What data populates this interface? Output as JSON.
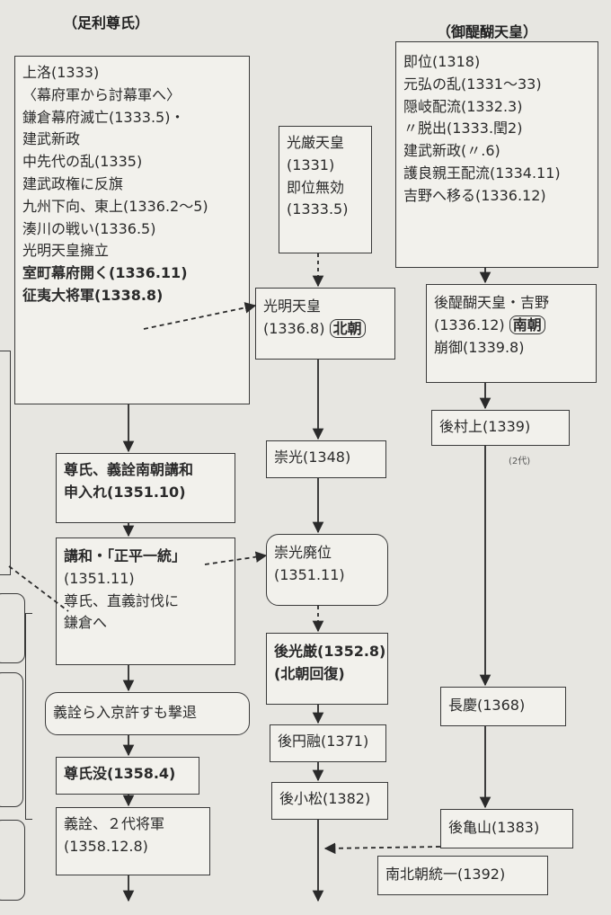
{
  "headers": {
    "takauji": "（足利尊氏）",
    "godaigo": "（御醍醐天皇）"
  },
  "takauji_main": [
    "上洛(1333)",
    "〈幕府軍から討幕軍へ〉",
    "鎌倉幕府滅亡(1333.5)・",
    "建武新政",
    "中先代の乱(1335)",
    "建武政権に反旗",
    "九州下向、東上(1336.2〜5)",
    "湊川の戦い(1336.5)",
    "光明天皇擁立",
    "室町幕府開く(1336.11)",
    "征夷大将軍(1338.8)"
  ],
  "godaigo_main": [
    "即位(1318)",
    "元弘の乱(1331〜33)",
    "隠岐配流(1332.3)",
    "〃脱出(1333.閏2)",
    "建武新政(〃.6)",
    "護良親王配流(1334.11)",
    "吉野へ移る(1336.12)"
  ],
  "kogon": [
    "光厳天皇",
    "(1331)",
    "即位無効",
    "(1333.5)"
  ],
  "komyo": {
    "name": "光明天皇",
    "date": "(1336.8)",
    "badge": "北朝"
  },
  "godaigo_yoshino": {
    "name": "後醍醐天皇・吉野",
    "date": "(1336.12)",
    "badge": "南朝",
    "death": "崩御(1339.8)"
  },
  "gomurakami": "後村上(1339)",
  "gomurakami_note": "(2代)",
  "suko": "崇光(1348)",
  "suko_depose": [
    "崇光廃位",
    "(1351.11)"
  ],
  "gokogon": [
    "後光厳(1352.8)",
    "(北朝回復)"
  ],
  "goenyu": "後円融(1371)",
  "gokomatsu": "後小松(1382)",
  "chokei": "長慶(1368)",
  "gokameyama": "後亀山(1383)",
  "unification": "南北朝統一(1392)",
  "peace_offer": [
    "尊氏、義詮南朝講和",
    "申入れ(1351.10)"
  ],
  "shohei": {
    "title": "講和・「正平一統」",
    "date": "(1351.11)",
    "line3": "尊氏、直義討伐に",
    "line4": "鎌倉へ"
  },
  "yoshiakira_repel": "義詮ら入京許すも撃退",
  "takauji_death": "尊氏没(1358.4)",
  "yoshiakira_shogun": [
    "義詮、２代将軍",
    "(1358.12.8)"
  ]
}
